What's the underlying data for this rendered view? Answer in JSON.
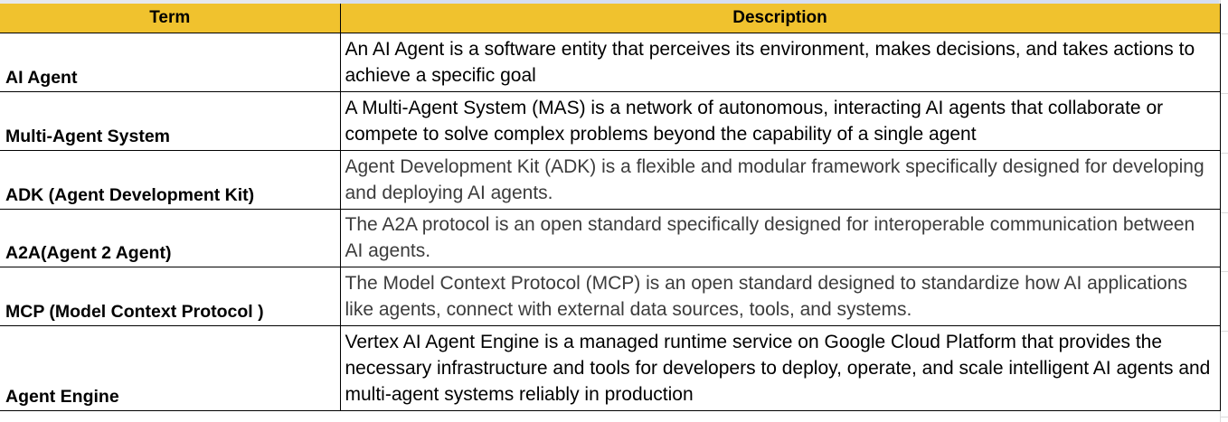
{
  "table": {
    "headers": {
      "term": "Term",
      "description": "Description"
    },
    "header_color": "#f0c22e",
    "rows": [
      {
        "term": "AI Agent",
        "description": "An AI Agent is a software entity that perceives its environment, makes decisions, and takes actions to achieve a specific goal"
      },
      {
        "term": "Multi-Agent System",
        "description": "A Multi-Agent System (MAS) is a network of autonomous, interacting AI agents that collaborate or compete to solve complex problems beyond the capability of a single agent"
      },
      {
        "term": "ADK (Agent Development Kit)",
        "description": "Agent Development Kit (ADK) is a flexible and modular framework specifically designed for developing and deploying AI agents."
      },
      {
        "term": "A2A(Agent 2 Agent)",
        "description": "The A2A protocol is an open standard specifically designed for interoperable communication between AI agents."
      },
      {
        "term": "MCP (Model Context Protocol )",
        "description": "The Model Context Protocol (MCP) is an open standard designed to standardize how AI applications like agents, connect with external data sources, tools, and systems."
      },
      {
        "term": "Agent Engine",
        "description": "Vertex AI Agent Engine is a managed runtime service on Google Cloud Platform that provides the necessary infrastructure and tools for developers to deploy, operate, and scale intelligent AI agents and multi-agent systems reliably in production"
      }
    ]
  }
}
